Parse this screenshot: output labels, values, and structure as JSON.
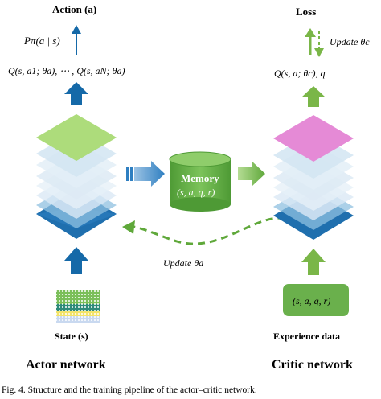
{
  "labels": {
    "action_title": "Action (a)",
    "policy": "Pπ(a | s)",
    "q_actor": "Q(s, a1; θa), ⋯ , Q(s, aN; θa)",
    "loss_title": "Loss",
    "update_critic": "Update θc",
    "q_critic": "Q(s, a; θc), q",
    "memory_title": "Memory",
    "memory_tuple": "(s, a, q, r)",
    "update_actor": "Update θa",
    "state_label": "State (s)",
    "experience_tuple": "(s, a, q, r)",
    "experience_label": "Experience data",
    "actor_network": "Actor network",
    "critic_network": "Critic network",
    "caption": "Fig. 4.    Structure and the training pipeline of the actor–critic network."
  },
  "colors": {
    "blue_arrow": "#1569a8",
    "green_arrow": "#7ab648",
    "dashed_green": "#5fa83a",
    "memory_fill": "#6ab04c",
    "actor_top_layer": "#92d050",
    "actor_bottom_layer": "#1f6fae",
    "critic_top_layer": "#e58ad6",
    "critic_bottom_layer": "#1f6fae",
    "faded_layer": "#d6e7f3"
  }
}
